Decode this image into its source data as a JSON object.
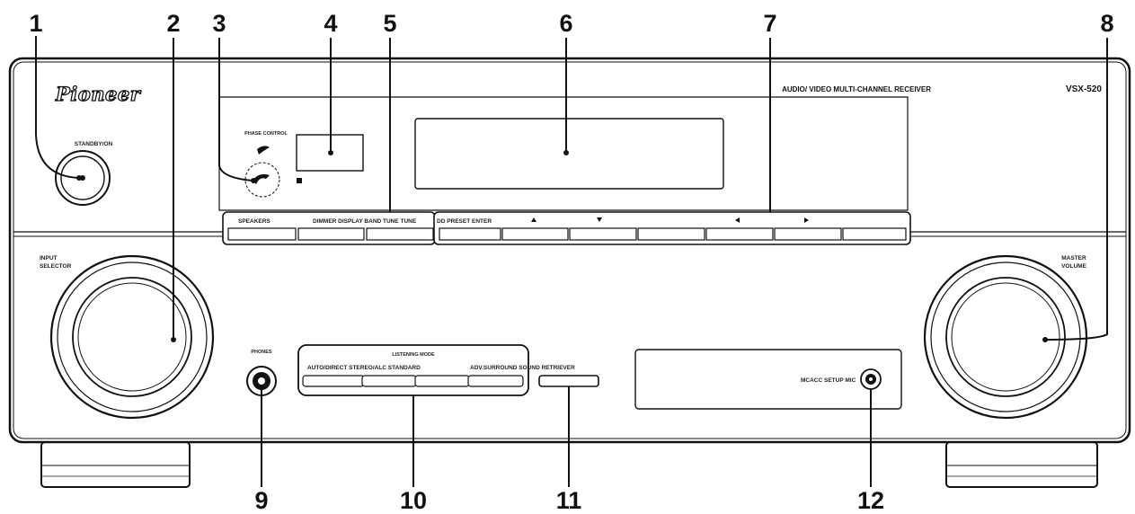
{
  "brand": "Pioneer",
  "model_caption": "AUDIO/ VIDEO MULTI-CHANNEL RECEIVER",
  "model_number": "VSX-520",
  "callouts": [
    "1",
    "2",
    "3",
    "4",
    "5",
    "6",
    "7",
    "8",
    "9",
    "10",
    "11",
    "12"
  ],
  "panel_labels": {
    "standby_on": "STANDBY/ON",
    "phase_control": "PHASE CONTROL",
    "speakers": "SPEAKERS",
    "dimmer_display": "DIMMER DISPLAY BAND TUNE TUNE",
    "preset": "DD PRESET ENTER",
    "input_selector_1": "INPUT",
    "input_selector_2": "SELECTOR",
    "master_volume_1": "MASTER",
    "master_volume_2": "VOLUME",
    "phones": "PHONES",
    "listening_mode": "LISTENING MODE",
    "listening_buttons": "AUTO/DIRECT STEREO/ALC STANDARD",
    "adv_surround": "ADV.SURROUND SOUND RETRIEVER",
    "mcacc_mic": "MCACC SETUP MIC"
  },
  "colors": {
    "ink": "#111111",
    "panel": "#ffffff",
    "gray": "#c9c9c9"
  }
}
